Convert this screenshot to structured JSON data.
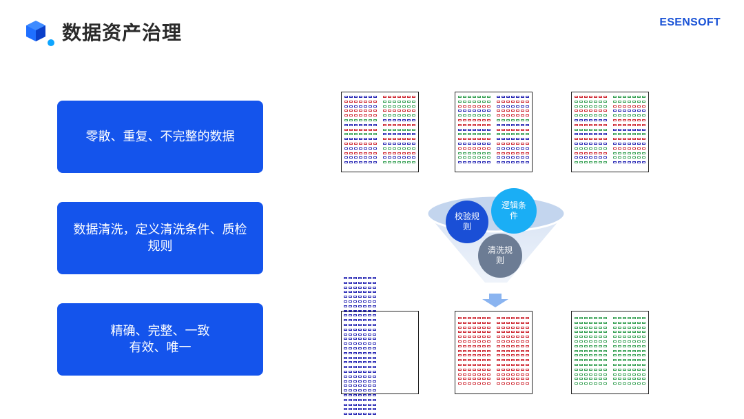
{
  "header": {
    "title": "数据资产治理",
    "brand": "ESENSOFT",
    "logo_icon": "cube-icon",
    "logo_colors": [
      "#1f6fff",
      "#0ea5ff",
      "#0a3fc9"
    ]
  },
  "steps": [
    {
      "lines": [
        "零散、重复、不完整的数据"
      ]
    },
    {
      "lines": [
        "数据清洗，定义清洗条件、质检",
        "规则"
      ]
    },
    {
      "lines": [
        "精确、完整、一致",
        "有效、唯一"
      ]
    }
  ],
  "funnel": {
    "bubbles": {
      "verify": "校验规则",
      "logic": "逻辑条件",
      "clean": "清洗规则"
    },
    "colors": {
      "verify": "#1a4fd6",
      "logic": "#1aaef5",
      "clean": "#6c7c94",
      "funnel": "#dbe4f2",
      "arrow": "#8ab4f0"
    }
  },
  "colors": {
    "card_bg": "#1454ec",
    "card_text": "#ffffff",
    "cell_red": "#d0303a",
    "cell_blue": "#2d2db6",
    "cell_green": "#3ea45a"
  }
}
